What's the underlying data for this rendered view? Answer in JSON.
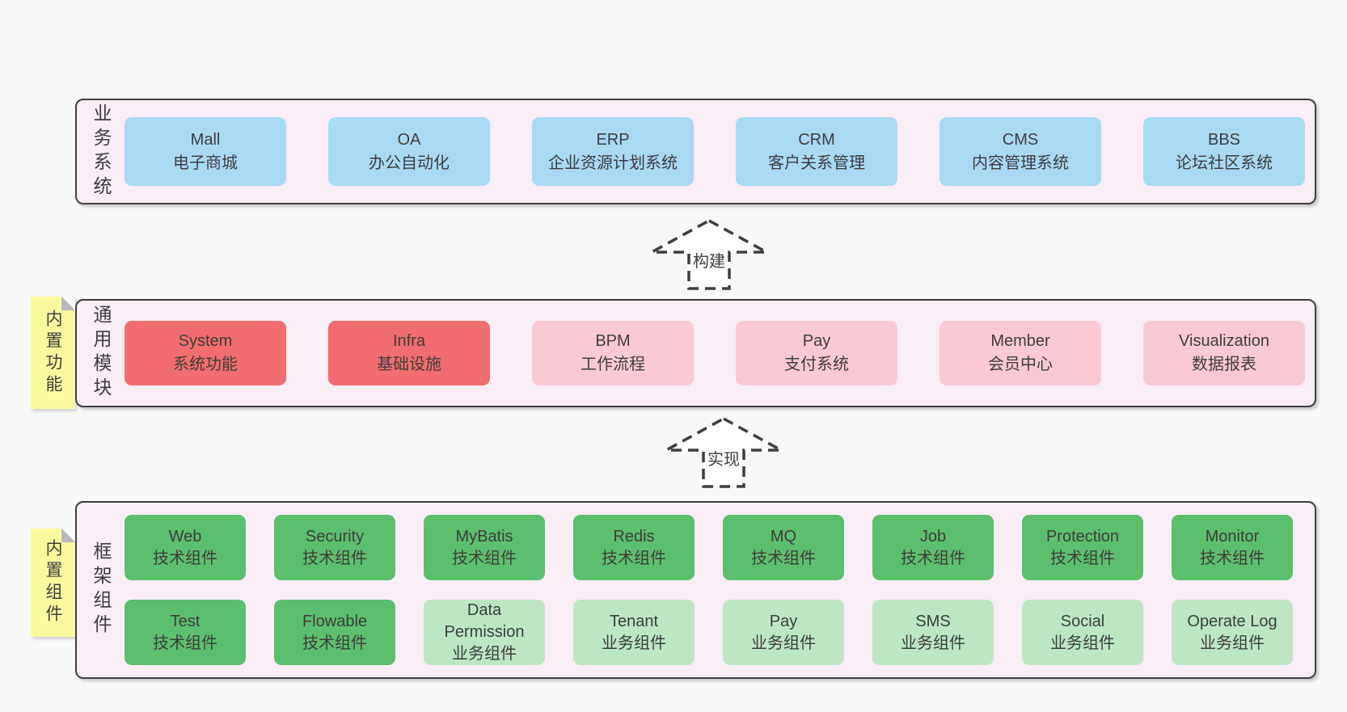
{
  "colors": {
    "page_bg": "#f8f8f8",
    "container_bg": "#f9edf6",
    "container_border": "#3e3e3e",
    "text": "#3d3d3d",
    "blue": "#a9daf3",
    "red": "#f26d6f",
    "pink": "#fbc9d4",
    "green": "#5cbf6e",
    "green_light": "#bee6c3",
    "sticky_yellow": "#fbf99e",
    "fold_gray": "#b9b9bd"
  },
  "arrows": {
    "build": {
      "label": "构建"
    },
    "implement": {
      "label": "实现"
    }
  },
  "layers": {
    "business": {
      "side_label": "业务系统",
      "boxes": [
        {
          "name": "Mall",
          "desc": "电子商城",
          "variant": "blue"
        },
        {
          "name": "OA",
          "desc": "办公自动化",
          "variant": "blue"
        },
        {
          "name": "ERP",
          "desc": "企业资源计划系统",
          "variant": "blue"
        },
        {
          "name": "CRM",
          "desc": "客户关系管理",
          "variant": "blue"
        },
        {
          "name": "CMS",
          "desc": "内容管理系统",
          "variant": "blue"
        },
        {
          "name": "BBS",
          "desc": "论坛社区系统",
          "variant": "blue"
        }
      ]
    },
    "modules": {
      "side_label": "通用模块",
      "sticky_label": "内置功能",
      "boxes": [
        {
          "name": "System",
          "desc": "系统功能",
          "variant": "red"
        },
        {
          "name": "Infra",
          "desc": "基础设施",
          "variant": "red"
        },
        {
          "name": "BPM",
          "desc": "工作流程",
          "variant": "pink"
        },
        {
          "name": "Pay",
          "desc": "支付系统",
          "variant": "pink"
        },
        {
          "name": "Member",
          "desc": "会员中心",
          "variant": "pink"
        },
        {
          "name": "Visualization",
          "desc": "数据报表",
          "variant": "pink"
        }
      ]
    },
    "components": {
      "side_label": "框架组件",
      "sticky_label": "内置组件",
      "rows": [
        [
          {
            "name": "Web",
            "desc": "技术组件",
            "variant": "green"
          },
          {
            "name": "Security",
            "desc": "技术组件",
            "variant": "green"
          },
          {
            "name": "MyBatis",
            "desc": "技术组件",
            "variant": "green"
          },
          {
            "name": "Redis",
            "desc": "技术组件",
            "variant": "green"
          },
          {
            "name": "MQ",
            "desc": "技术组件",
            "variant": "green"
          },
          {
            "name": "Job",
            "desc": "技术组件",
            "variant": "green"
          },
          {
            "name": "Protection",
            "desc": "技术组件",
            "variant": "green"
          },
          {
            "name": "Monitor",
            "desc": "技术组件",
            "variant": "green"
          }
        ],
        [
          {
            "name": "Test",
            "desc": "技术组件",
            "variant": "green"
          },
          {
            "name": "Flowable",
            "desc": "技术组件",
            "variant": "green"
          },
          {
            "name": "Data Permission",
            "desc": "业务组件",
            "variant": "green_light"
          },
          {
            "name": "Tenant",
            "desc": "业务组件",
            "variant": "green_light"
          },
          {
            "name": "Pay",
            "desc": "业务组件",
            "variant": "green_light"
          },
          {
            "name": "SMS",
            "desc": "业务组件",
            "variant": "green_light"
          },
          {
            "name": "Social",
            "desc": "业务组件",
            "variant": "green_light"
          },
          {
            "name": "Operate Log",
            "desc": "业务组件",
            "variant": "green_light"
          }
        ]
      ]
    }
  }
}
